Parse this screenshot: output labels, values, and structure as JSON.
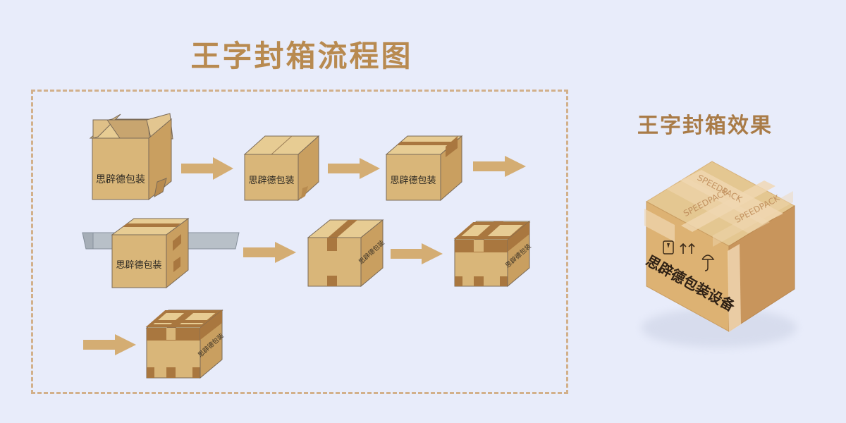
{
  "title": "王字封箱流程图",
  "effect_title": "王字封箱效果",
  "box_brand": "思辟德包装",
  "effect_box": {
    "brand": "思辟德包装设备",
    "tape_text": "SPEEDPACK"
  },
  "colors": {
    "background": "#e8ecfa",
    "title": "#b88a50",
    "box_front": "#d9b679",
    "box_side": "#c99f60",
    "box_top": "#e7cc93",
    "tape": "#a9773f",
    "arrow": "#d4ad73",
    "conveyor": "#b8c0c8"
  },
  "steps": [
    {
      "name": "open-box"
    },
    {
      "name": "top-folded"
    },
    {
      "name": "top-taped"
    },
    {
      "name": "on-conveyor"
    },
    {
      "name": "side-taped"
    },
    {
      "name": "band-taped"
    },
    {
      "name": "final-h-seal"
    }
  ]
}
